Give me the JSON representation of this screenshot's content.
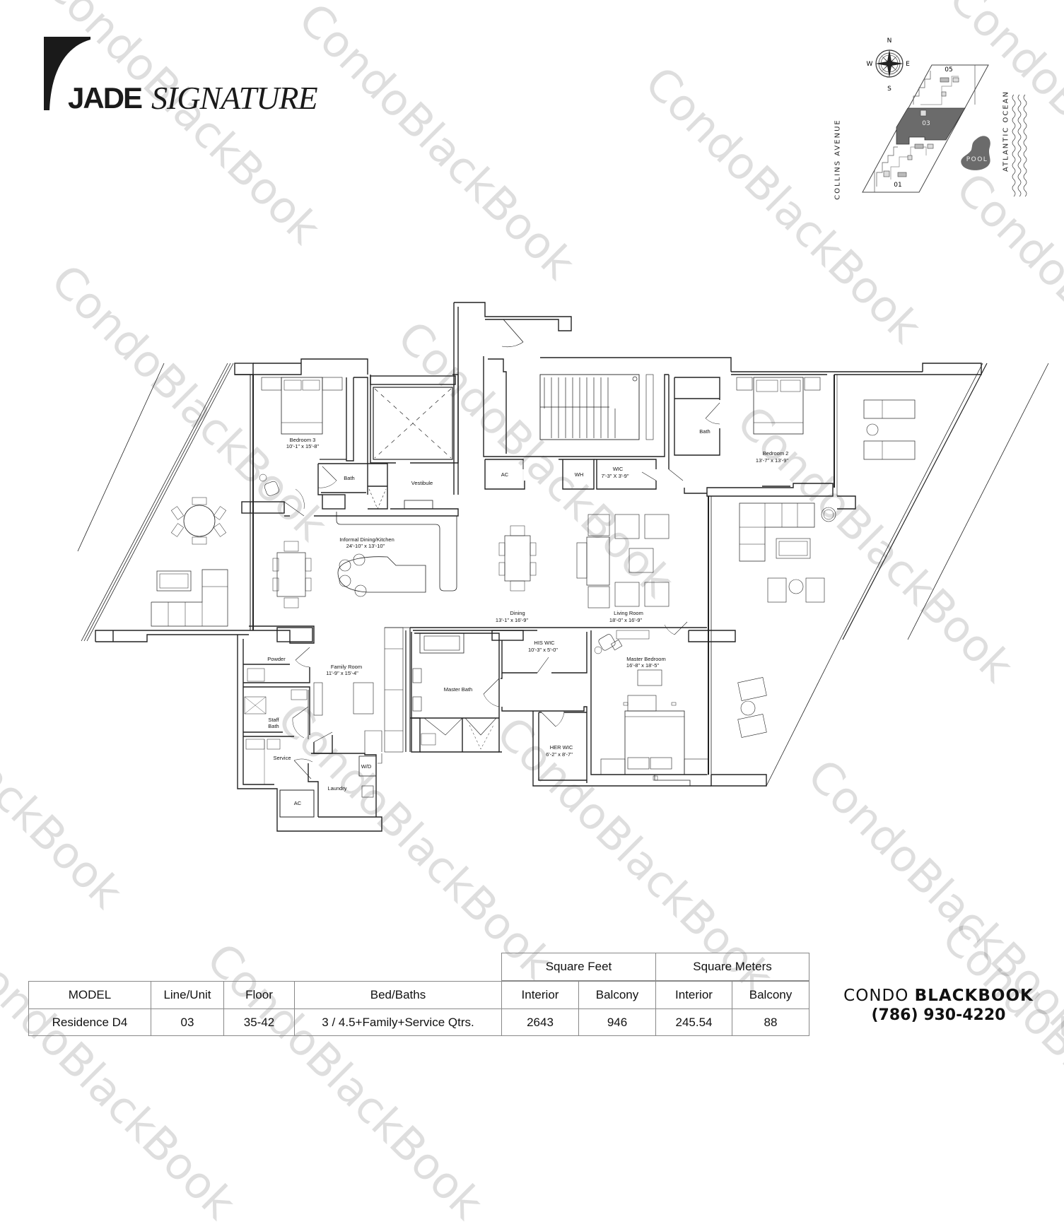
{
  "logo": {
    "brand_bold": "JADE",
    "brand_serif": "SIGNATURE"
  },
  "keyplan": {
    "compass": {
      "n": "N",
      "s": "S",
      "e": "E",
      "w": "W"
    },
    "street_label": "COLLINS AVENUE",
    "ocean_label": "ATLANTIC OCEAN",
    "pool_label": "POOL",
    "units": [
      "05",
      "03",
      "01"
    ],
    "highlighted_unit": "03",
    "highlight_color": "#6b6b6b"
  },
  "watermark": {
    "text": "CondoBlackBook"
  },
  "floorplan": {
    "rooms": [
      {
        "name": "Bedroom 3",
        "dims": "10'-1\" x 15'-8\""
      },
      {
        "name": "Bath",
        "dims": ""
      },
      {
        "name": "Vestibule",
        "dims": ""
      },
      {
        "name": "AC",
        "dims": ""
      },
      {
        "name": "WH",
        "dims": ""
      },
      {
        "name": "WIC",
        "dims": "7'-3\" X 3'-9\""
      },
      {
        "name": "Bath",
        "dims": ""
      },
      {
        "name": "Bedroom 2",
        "dims": "13'-7\" x 13'-9\""
      },
      {
        "name": "Informal Dining/Kitchen",
        "dims": "24'-10\" x 13'-10\""
      },
      {
        "name": "Dining",
        "dims": "13'-1\" x 16'-9\""
      },
      {
        "name": "Living Room",
        "dims": "18'-0\" x 16'-9\""
      },
      {
        "name": "Powder",
        "dims": ""
      },
      {
        "name": "Family Room",
        "dims": "11'-9\" x 15'-4\""
      },
      {
        "name": "Staff Bath",
        "dims": ""
      },
      {
        "name": "Service",
        "dims": ""
      },
      {
        "name": "Laundry",
        "dims": ""
      },
      {
        "name": "W/D",
        "dims": ""
      },
      {
        "name": "AC",
        "dims": ""
      },
      {
        "name": "Master Bath",
        "dims": ""
      },
      {
        "name": "HIS WIC",
        "dims": "10'-3\" x 5'-0\""
      },
      {
        "name": "HER WIC",
        "dims": "6'-2\" x 8'-7\""
      },
      {
        "name": "Master Bedroom",
        "dims": "16'-8\" x 18'-5\""
      }
    ]
  },
  "specs": {
    "group_headers": {
      "sqft": "Square Feet",
      "sqm": "Square Meters"
    },
    "columns": [
      "MODEL",
      "Line/Unit",
      "Floor",
      "Bed/Baths",
      "Interior",
      "Balcony",
      "Interior",
      "Balcony"
    ],
    "row": {
      "model": "Residence D4",
      "line_unit": "03",
      "floor": "35-42",
      "bed_baths": "3 / 4.5+Family+Service Qtrs.",
      "sqft_interior": "2643",
      "sqft_balcony": "946",
      "sqm_interior": "245.54",
      "sqm_balcony": "88"
    }
  },
  "brand_footer": {
    "line1_regular": "CONDO ",
    "line1_bold": "BLACKBOOK",
    "phone": "(786) 930-4220"
  }
}
